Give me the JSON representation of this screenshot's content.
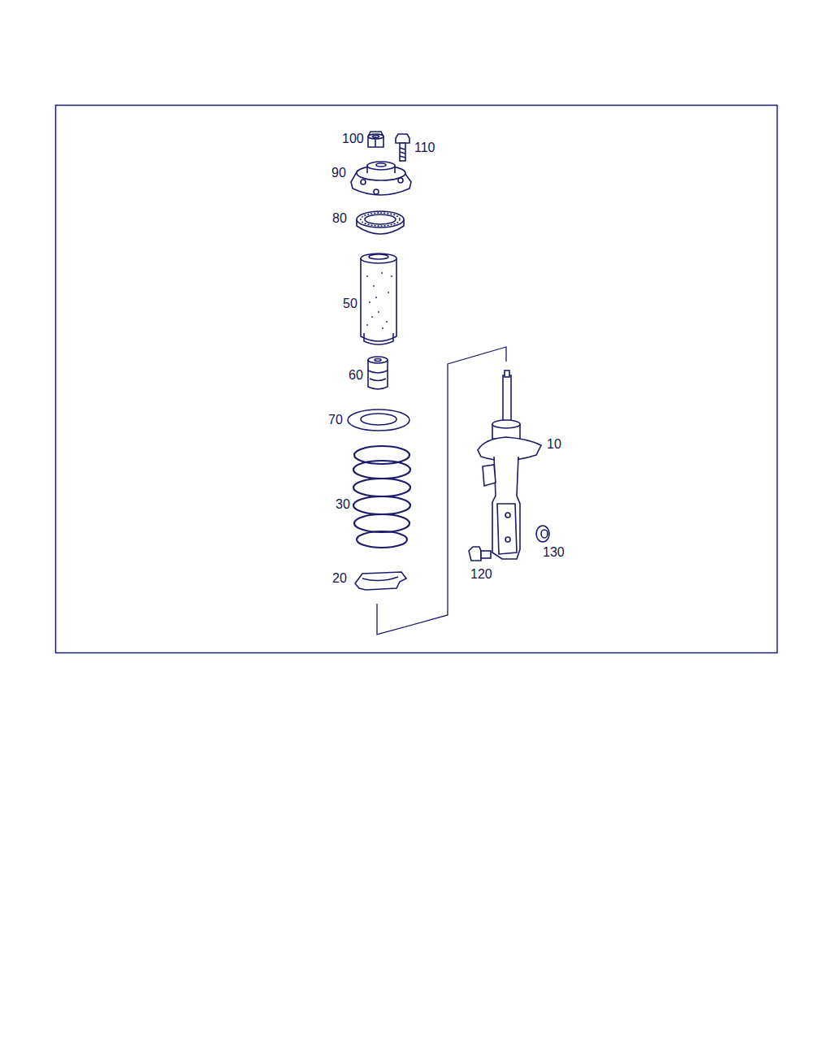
{
  "diagram": {
    "labels": [
      "100",
      "110",
      "90",
      "80",
      "50",
      "60",
      "70",
      "30",
      "20",
      "10",
      "120",
      "130"
    ]
  }
}
